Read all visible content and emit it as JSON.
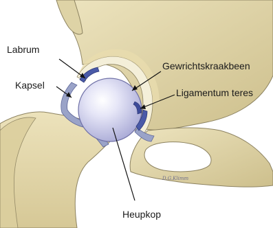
{
  "labels": {
    "labrum": "Labrum",
    "kapsel": "Kapsel",
    "gewrichtskraakbeen": "Gewrichtskraakbeen",
    "ligamentum_teres": "Ligamentum teres",
    "heupkop": "Heupkop"
  },
  "signature": "D.G.Klimm",
  "colors": {
    "bone": "#e6ddb4",
    "bone_shade": "#cbbd8a",
    "cartilage": "#f4efd9",
    "femoral_head": "#cfd0ee",
    "capsule": "#9aa3c8",
    "labrum": "#4a5aa8",
    "line": "#111111"
  }
}
